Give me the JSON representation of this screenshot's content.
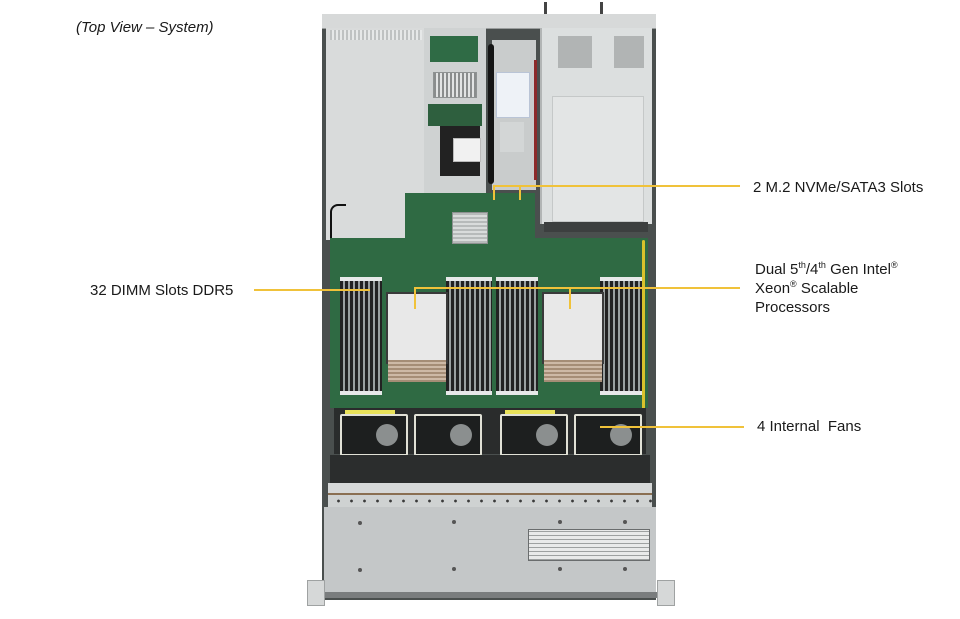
{
  "title": "(Top View – System)",
  "callouts": {
    "m2": {
      "text": "2 M.2 NVMe/SATA3 Slots"
    },
    "dimm": {
      "text": "32 DIMM Slots DDR5"
    },
    "cpu": {
      "line1_a": "Dual 5",
      "line1_sup1": "th",
      "line1_b": "/4",
      "line1_sup2": "th",
      "line1_c": " Gen Intel",
      "line1_sup3": "®",
      "line2_a": "Xeon",
      "line2_sup": "®",
      "line2_b": " Scalable",
      "line3": "Processors"
    },
    "fans": {
      "text": "4 Internal  Fans"
    }
  },
  "colors": {
    "leader_line": "#f0c23a",
    "text": "#1a1a1a",
    "background": "#ffffff"
  },
  "image": {
    "subject": "server-chassis-top-view"
  }
}
